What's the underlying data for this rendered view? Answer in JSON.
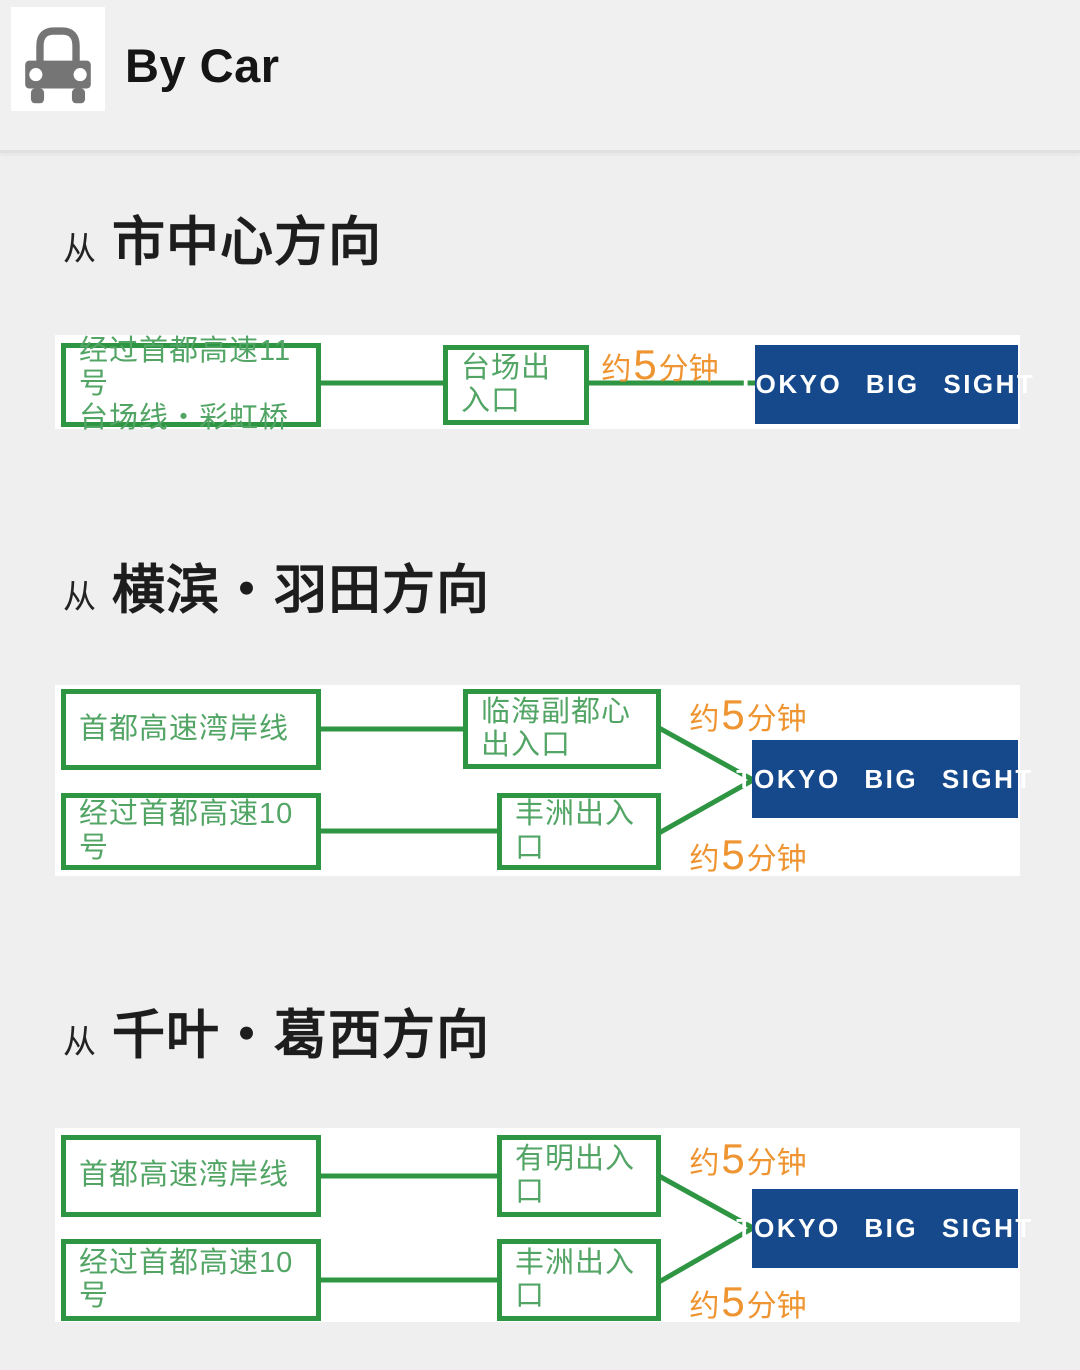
{
  "header": {
    "title": "By Car",
    "icon": "car-icon"
  },
  "destination": {
    "label": "TOKYO BIG SIGHT"
  },
  "colors": {
    "background": "#efefef",
    "green_border": "#2e9543",
    "green_text": "#53a566",
    "orange": "#ee9430",
    "blue": "#15498c",
    "box_background": "#ffffff"
  },
  "sections": [
    {
      "prefix": "从",
      "title": "市中心方向",
      "routes": [
        {
          "from_line1": "经过首都高速11号",
          "from_line2": "台场线・彩虹桥",
          "via_line1": "台场出入口",
          "time": {
            "prefix": "约",
            "value": "5",
            "unit": "分钟"
          }
        }
      ]
    },
    {
      "prefix": "从",
      "title": "横滨・羽田方向",
      "routes": [
        {
          "from_line1": "首都高速湾岸线",
          "via_line1": "临海副都心",
          "via_line2": "出入口",
          "time": {
            "prefix": "约",
            "value": "5",
            "unit": "分钟"
          }
        },
        {
          "from_line1": "经过首都高速10号",
          "via_line1": "丰洲出入口",
          "time": {
            "prefix": "约",
            "value": "5",
            "unit": "分钟"
          }
        }
      ]
    },
    {
      "prefix": "从",
      "title": "千叶・葛西方向",
      "routes": [
        {
          "from_line1": "首都高速湾岸线",
          "via_line1": "有明出入口",
          "time": {
            "prefix": "约",
            "value": "5",
            "unit": "分钟"
          }
        },
        {
          "from_line1": "经过首都高速10号",
          "via_line1": "丰洲出入口",
          "time": {
            "prefix": "约",
            "value": "5",
            "unit": "分钟"
          }
        }
      ]
    }
  ]
}
